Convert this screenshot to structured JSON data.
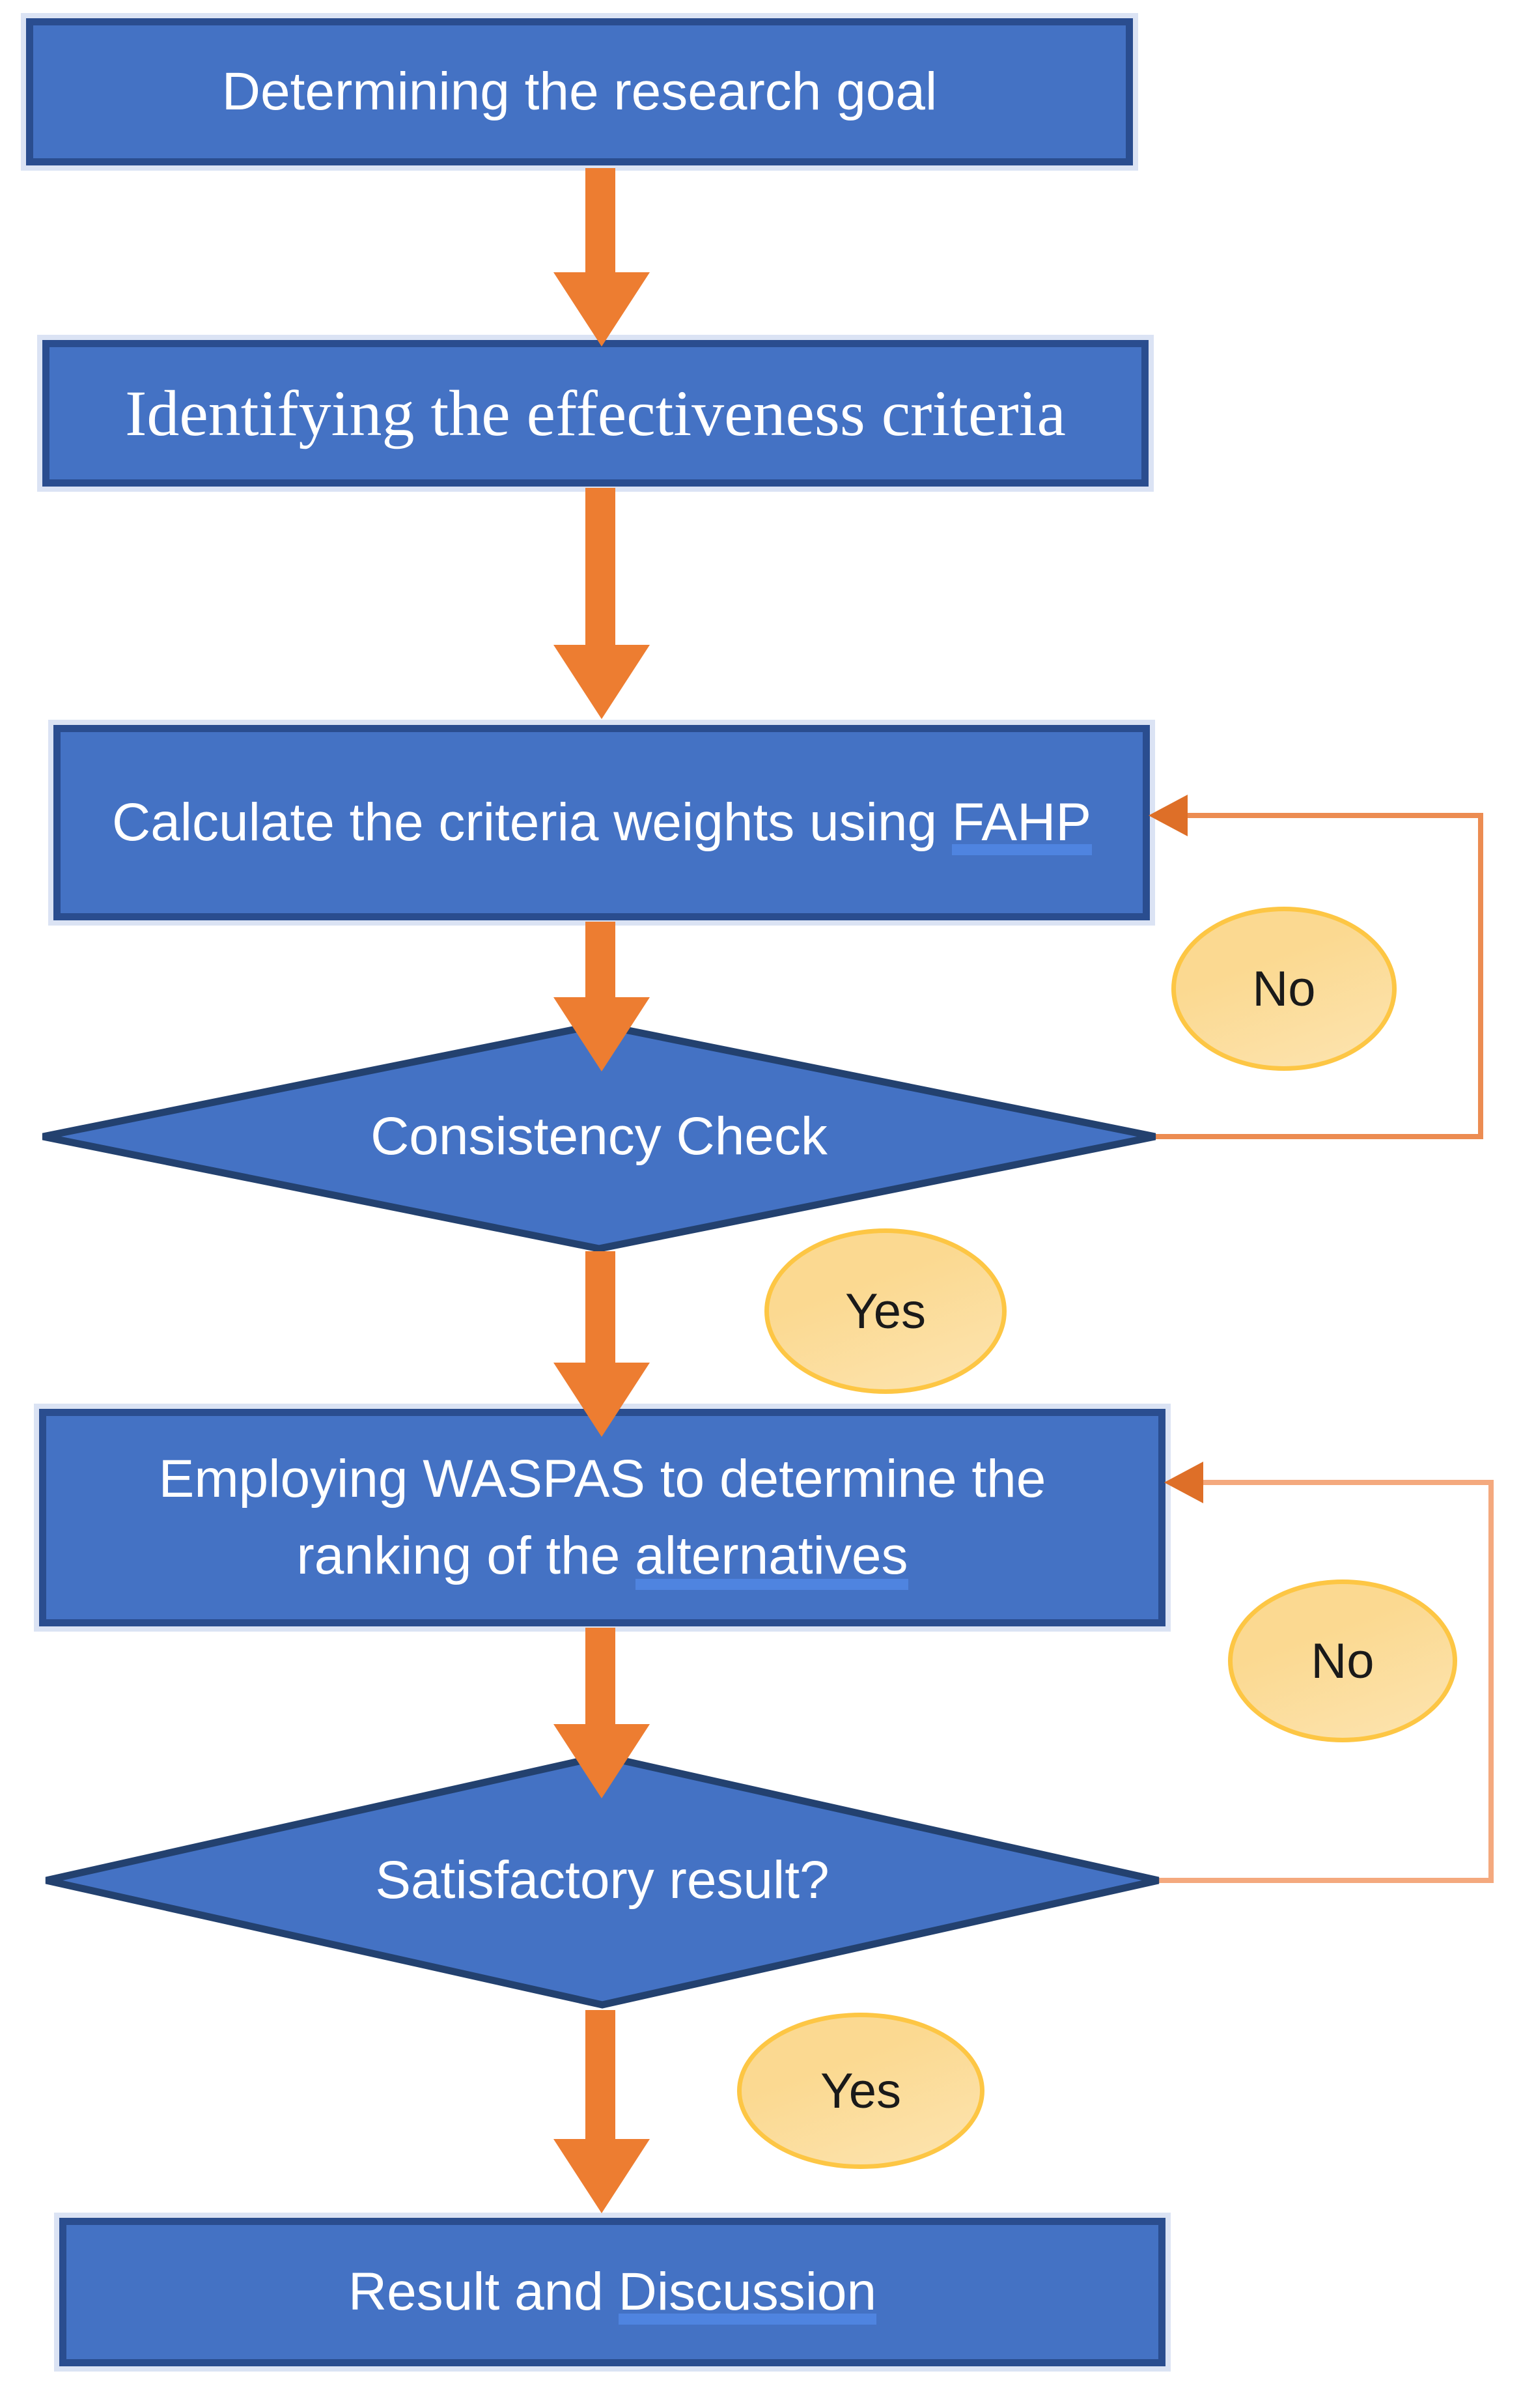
{
  "diagram": {
    "type": "flowchart",
    "title": "FAHP-WASPAS research methodology flowchart",
    "nodes": {
      "research_goal": "Determining the research goal",
      "effectiveness_criteria": "Identifying the effectiveness criteria",
      "fahp_weights": "Calculate the criteria weights using FAHP",
      "consistency_check": "Consistency Check",
      "waspas_line1": "Employing WASPAS to determine the",
      "waspas_line2": "ranking of the alternatives",
      "satisfactory_result": "Satisfactory result?",
      "result_discussion": "Result and Discussion"
    },
    "branch_labels": {
      "consistency_no": "No",
      "consistency_yes": "Yes",
      "satisfactory_no": "No",
      "satisfactory_yes": "Yes"
    },
    "colors": {
      "node_fill": "#4472c4",
      "node_border": "#2a4d8f",
      "diamond_border": "#23416f",
      "node_halo": "#dbe3f4",
      "node_text": "#ffffff",
      "arrow": "#ed7d31",
      "loop1_line": "#ec8c52",
      "loop2_line": "#f4a97e",
      "loop_arrowhead": "#de6f28",
      "ellipse_fill": "#fbd991",
      "ellipse_border": "#fdc644",
      "ellipse_text": "#1a1a1a",
      "underline_bar": "#4f84e0"
    }
  }
}
